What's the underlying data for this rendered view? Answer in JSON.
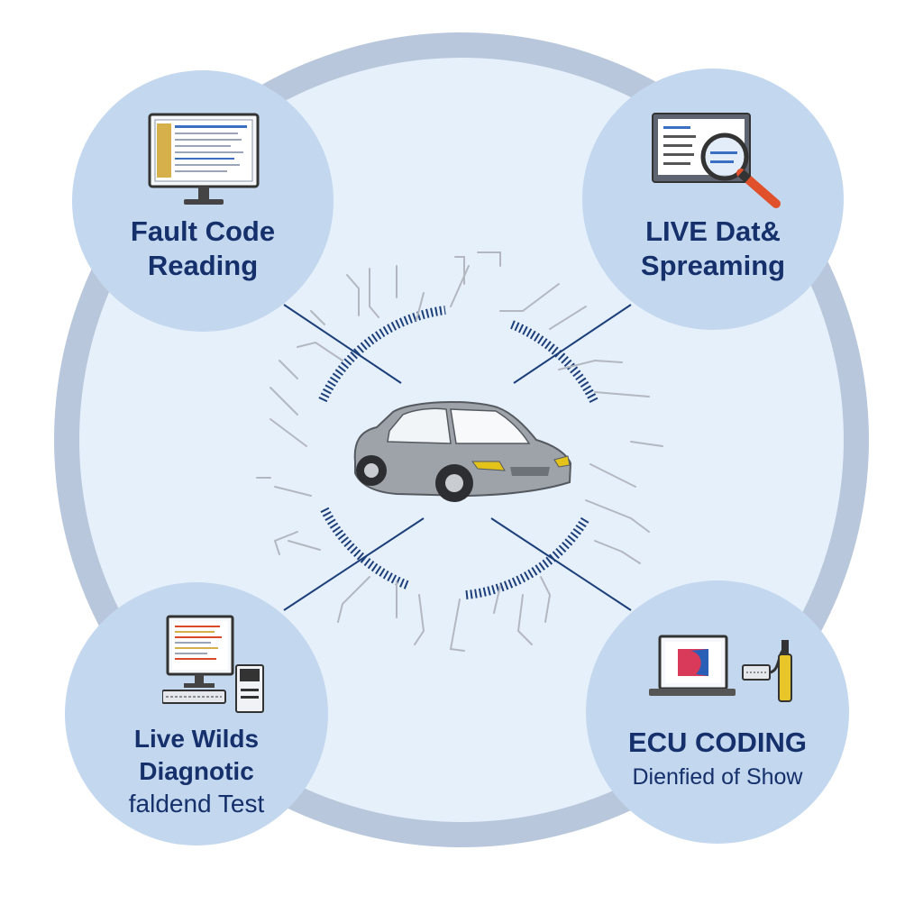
{
  "colors": {
    "outer_ring": "#b9c7dc",
    "inner_disc": "#e6f0fb",
    "node_fill": "#c3d7ee",
    "text": "#15306b",
    "connector": "#1c3f7a",
    "wire": "#b3b8c0",
    "car_body": "#9ea3a9",
    "headlight": "#e3c21a",
    "magnifier_handle": "#e0502a"
  },
  "center": {
    "icon": "car-icon"
  },
  "nodes": [
    {
      "id": "fault-code",
      "icon": "monitor-icon",
      "title_lines": [
        "Fault Code",
        "Reading"
      ]
    },
    {
      "id": "live-data",
      "icon": "magnifier-monitor-icon",
      "title_lines": [
        "LIVE Dat&",
        "Spreaming"
      ]
    },
    {
      "id": "live-tests",
      "icon": "desktop-computer-icon",
      "title_lines": [
        "Live Wilds",
        "Diagnotic",
        "faldend Test"
      ]
    },
    {
      "id": "ecu-coding",
      "icon": "laptop-obd-connector-icon",
      "title_lines": [
        "ECU CODING"
      ],
      "subtitle": "Dienfied of Show"
    }
  ]
}
